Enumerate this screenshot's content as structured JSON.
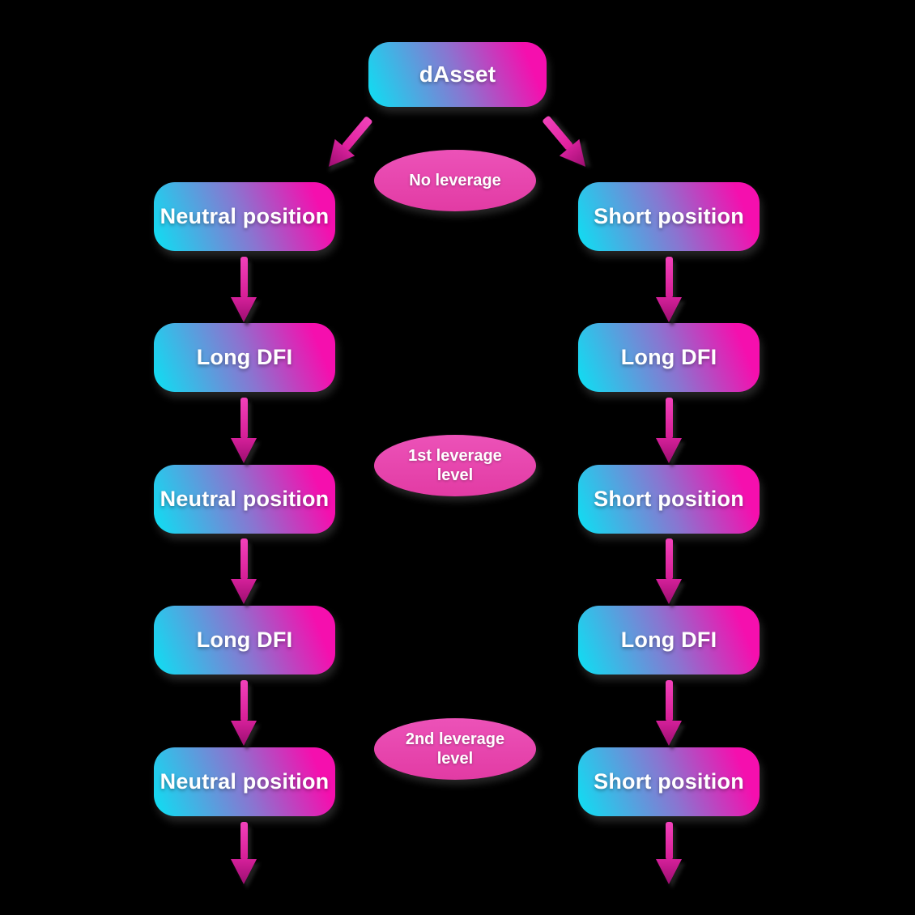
{
  "diagram": {
    "background_color": "#000000",
    "root_node": {
      "label": "dAsset"
    },
    "level_labels": [
      {
        "label": "No leverage"
      },
      {
        "label": "1st leverage\nlevel"
      },
      {
        "label": "2nd leverage\nlevel"
      }
    ],
    "left_column": {
      "nodes": [
        "Neutral position",
        "Long DFI",
        "Neutral position",
        "Long DFI",
        "Neutral position"
      ]
    },
    "right_column": {
      "nodes": [
        "Short position",
        "Long DFI",
        "Short position",
        "Long DFI",
        "Short position"
      ]
    },
    "colors": {
      "node_gradient_start": "#16d8f0",
      "node_gradient_mid": "#8b74d0",
      "node_gradient_end": "#f50fae",
      "ellipse_pink": "#e746ae",
      "arrow_pink": "#f241ba",
      "arrow_dark_tip": "#9c0d70",
      "label_text": "#ffffff"
    }
  }
}
